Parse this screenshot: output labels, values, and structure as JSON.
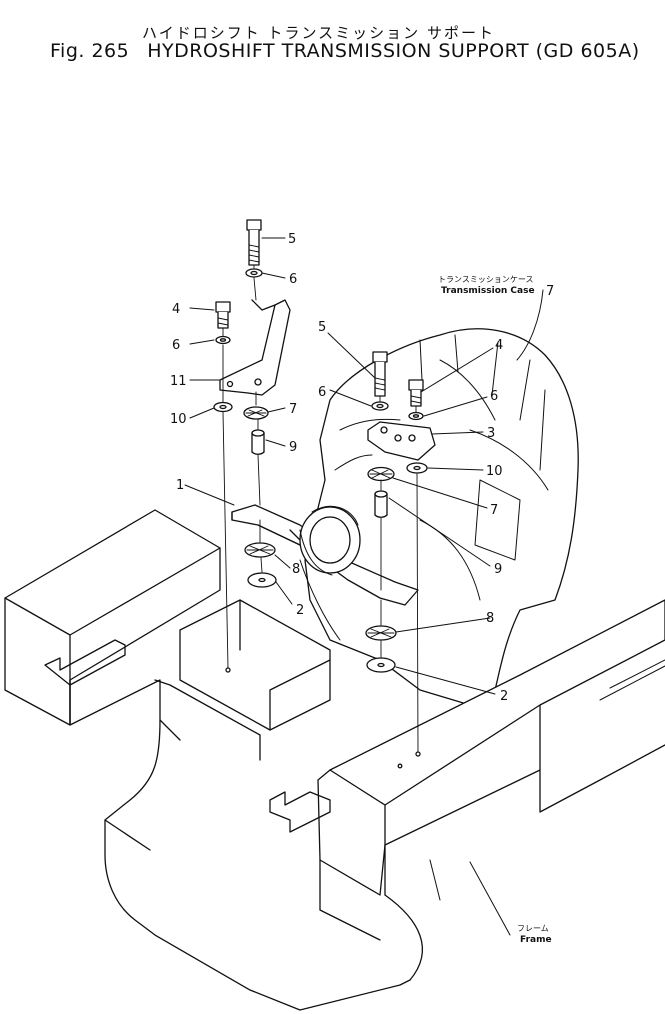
{
  "header": {
    "title_jp": "ハイドロシフト トランスミッション サポート",
    "fig_label": "Fig. 265",
    "title_en": "HYDROSHIFT TRANSMISSION SUPPORT (GD 605A)"
  },
  "labels": {
    "transmission_case_jp": "トランスミッションケース",
    "transmission_case_en": "Transmission Case",
    "frame_jp": "フレーム",
    "frame_en": "Frame"
  },
  "callouts": {
    "c1": "1",
    "c2a": "2",
    "c2b": "2",
    "c3": "3",
    "c4a": "4",
    "c4b": "4",
    "c5a": "5",
    "c5b": "5",
    "c6a": "6",
    "c6b": "6",
    "c6c": "6",
    "c6d": "6",
    "c7a": "7",
    "c7b": "7",
    "c7c": "7",
    "c8a": "8",
    "c8b": "8",
    "c9a": "9",
    "c9b": "9",
    "c10a": "10",
    "c10b": "10",
    "c11": "11"
  }
}
